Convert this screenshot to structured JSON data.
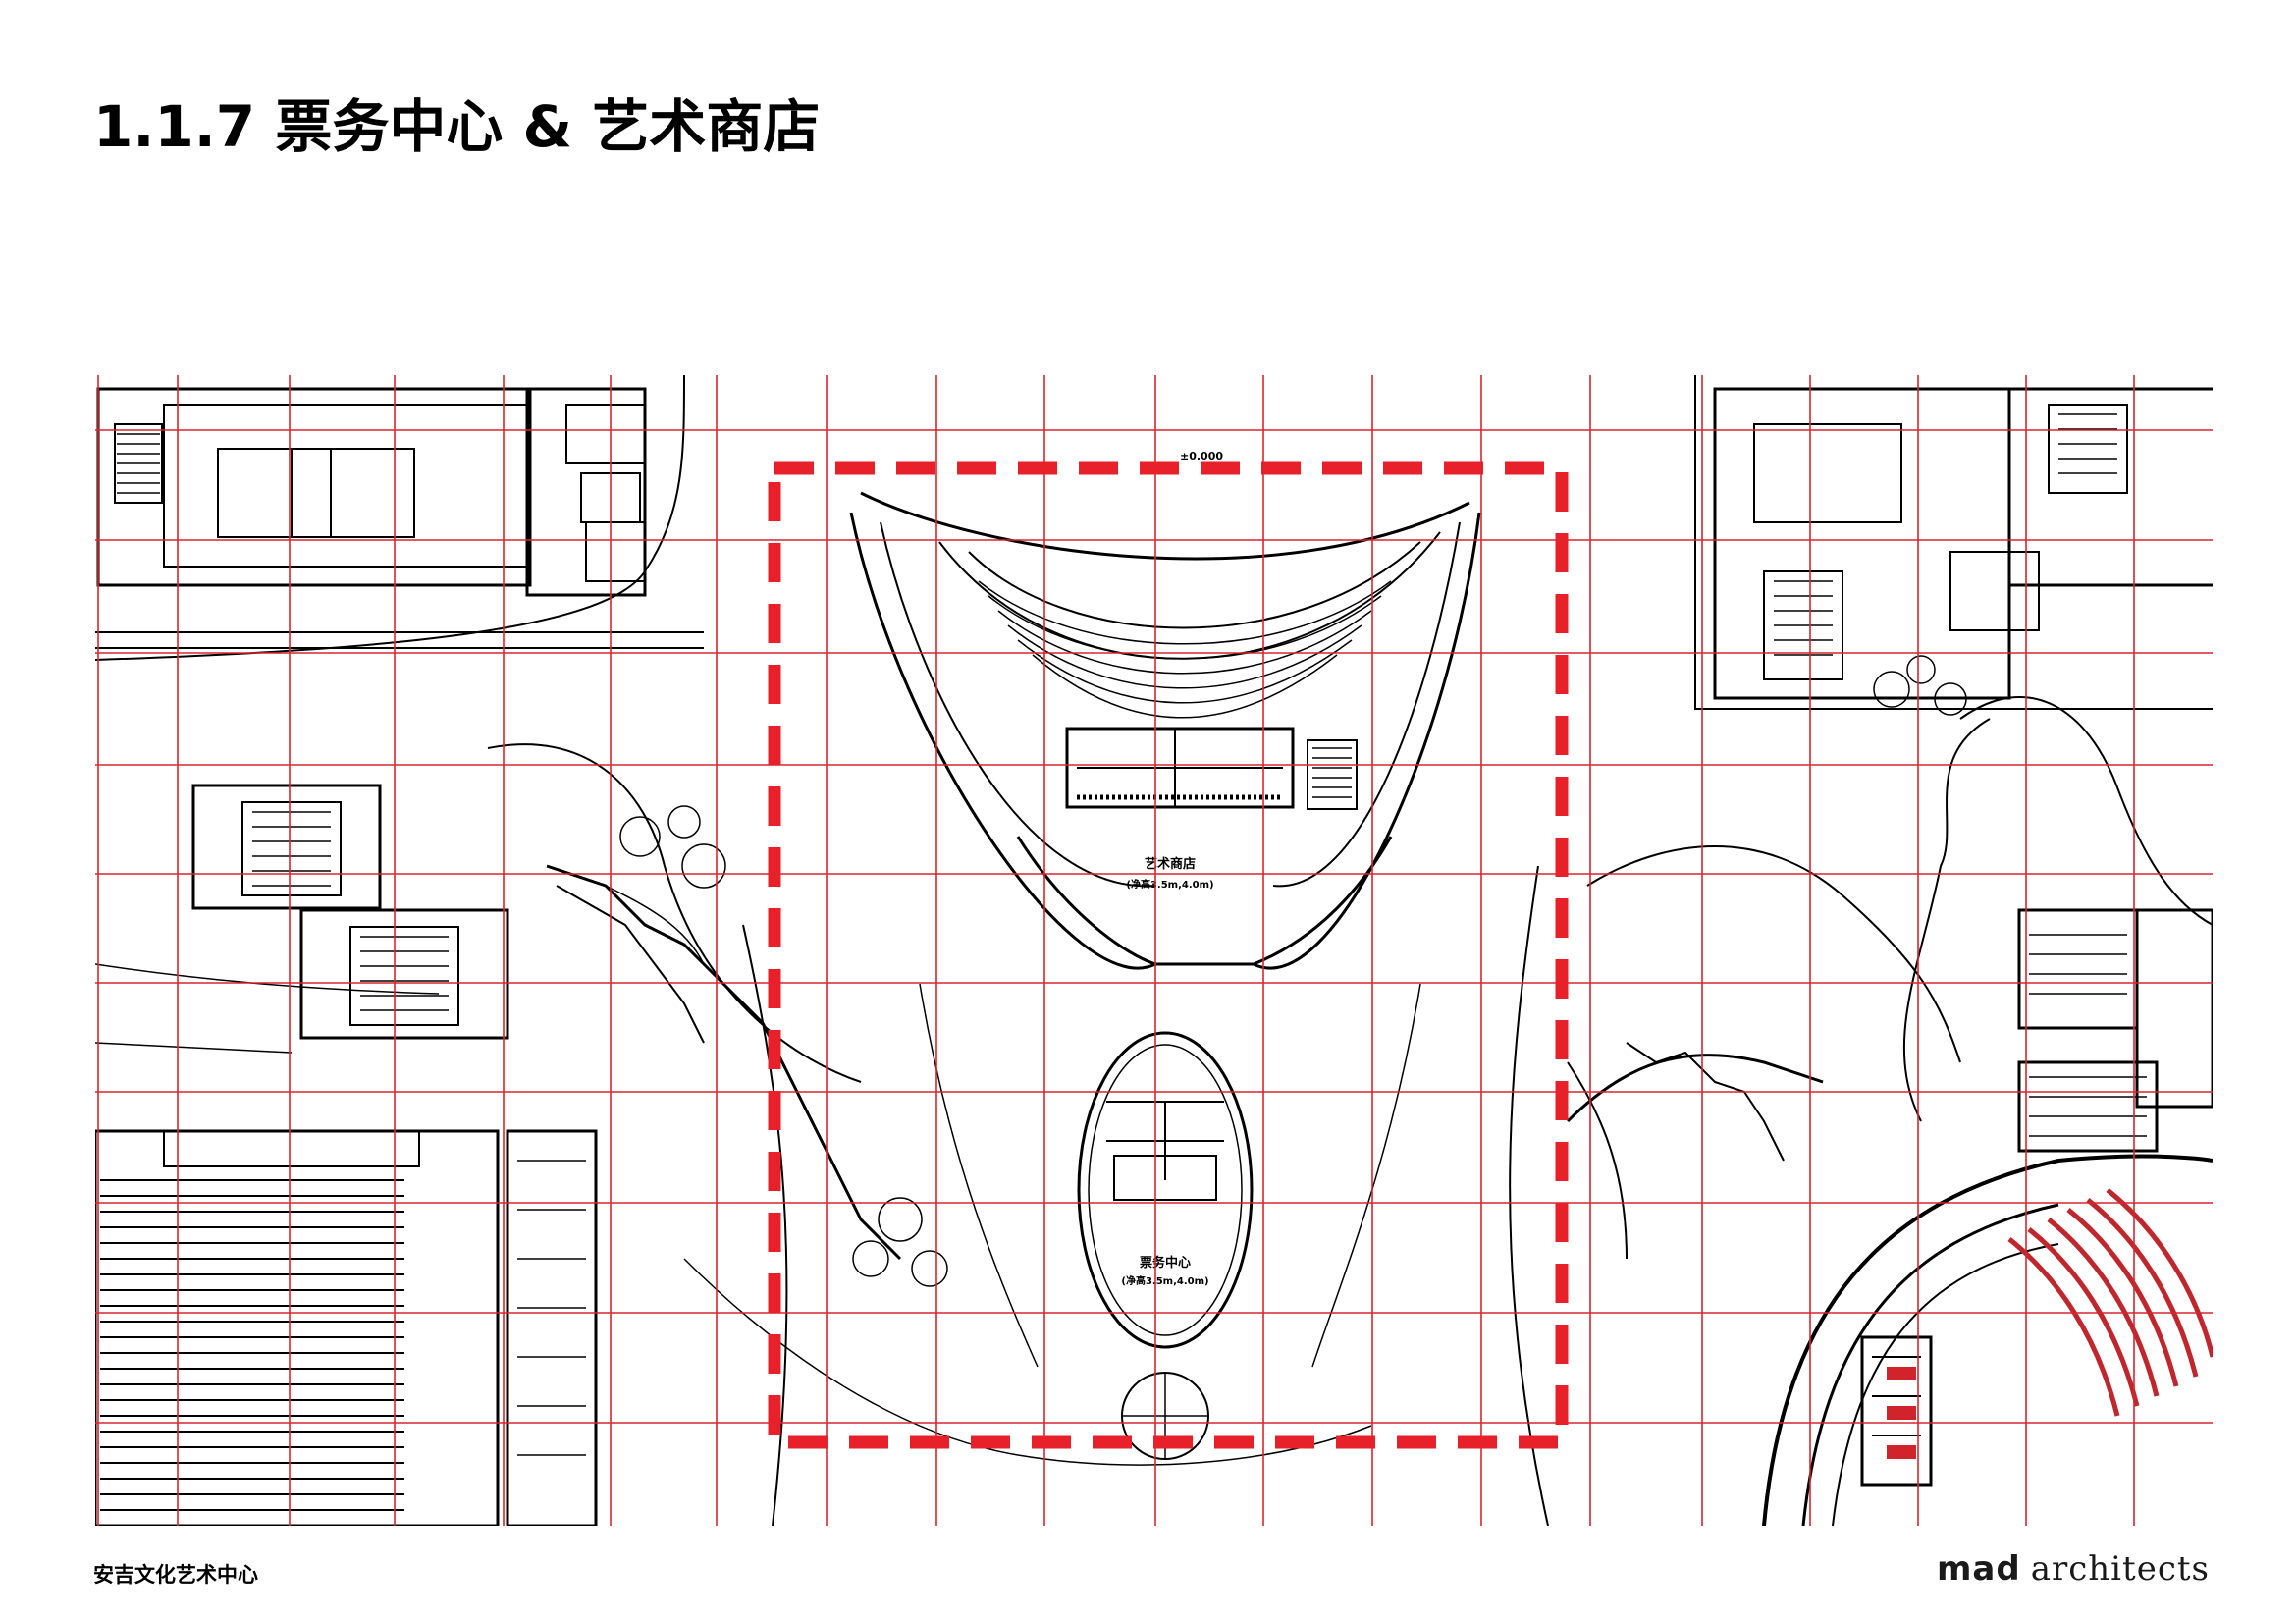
{
  "title": "1.1.7 票务中心 & 艺术商店",
  "footer": {
    "project_name": "安吉文化艺术中心",
    "brand_primary": "mad",
    "brand_secondary": "architects"
  },
  "plan": {
    "labels": {
      "art_shop": "艺术商店",
      "art_shop_note": "(净高3.5m,4.0m)",
      "ticket_center": "票务中心",
      "ticket_center_note": "(净高3.5m,4.0m)",
      "level_mark": "±0.000"
    },
    "highlight_color": "#e8202a",
    "grid_color": "#d7262e",
    "line_color": "#000000"
  }
}
